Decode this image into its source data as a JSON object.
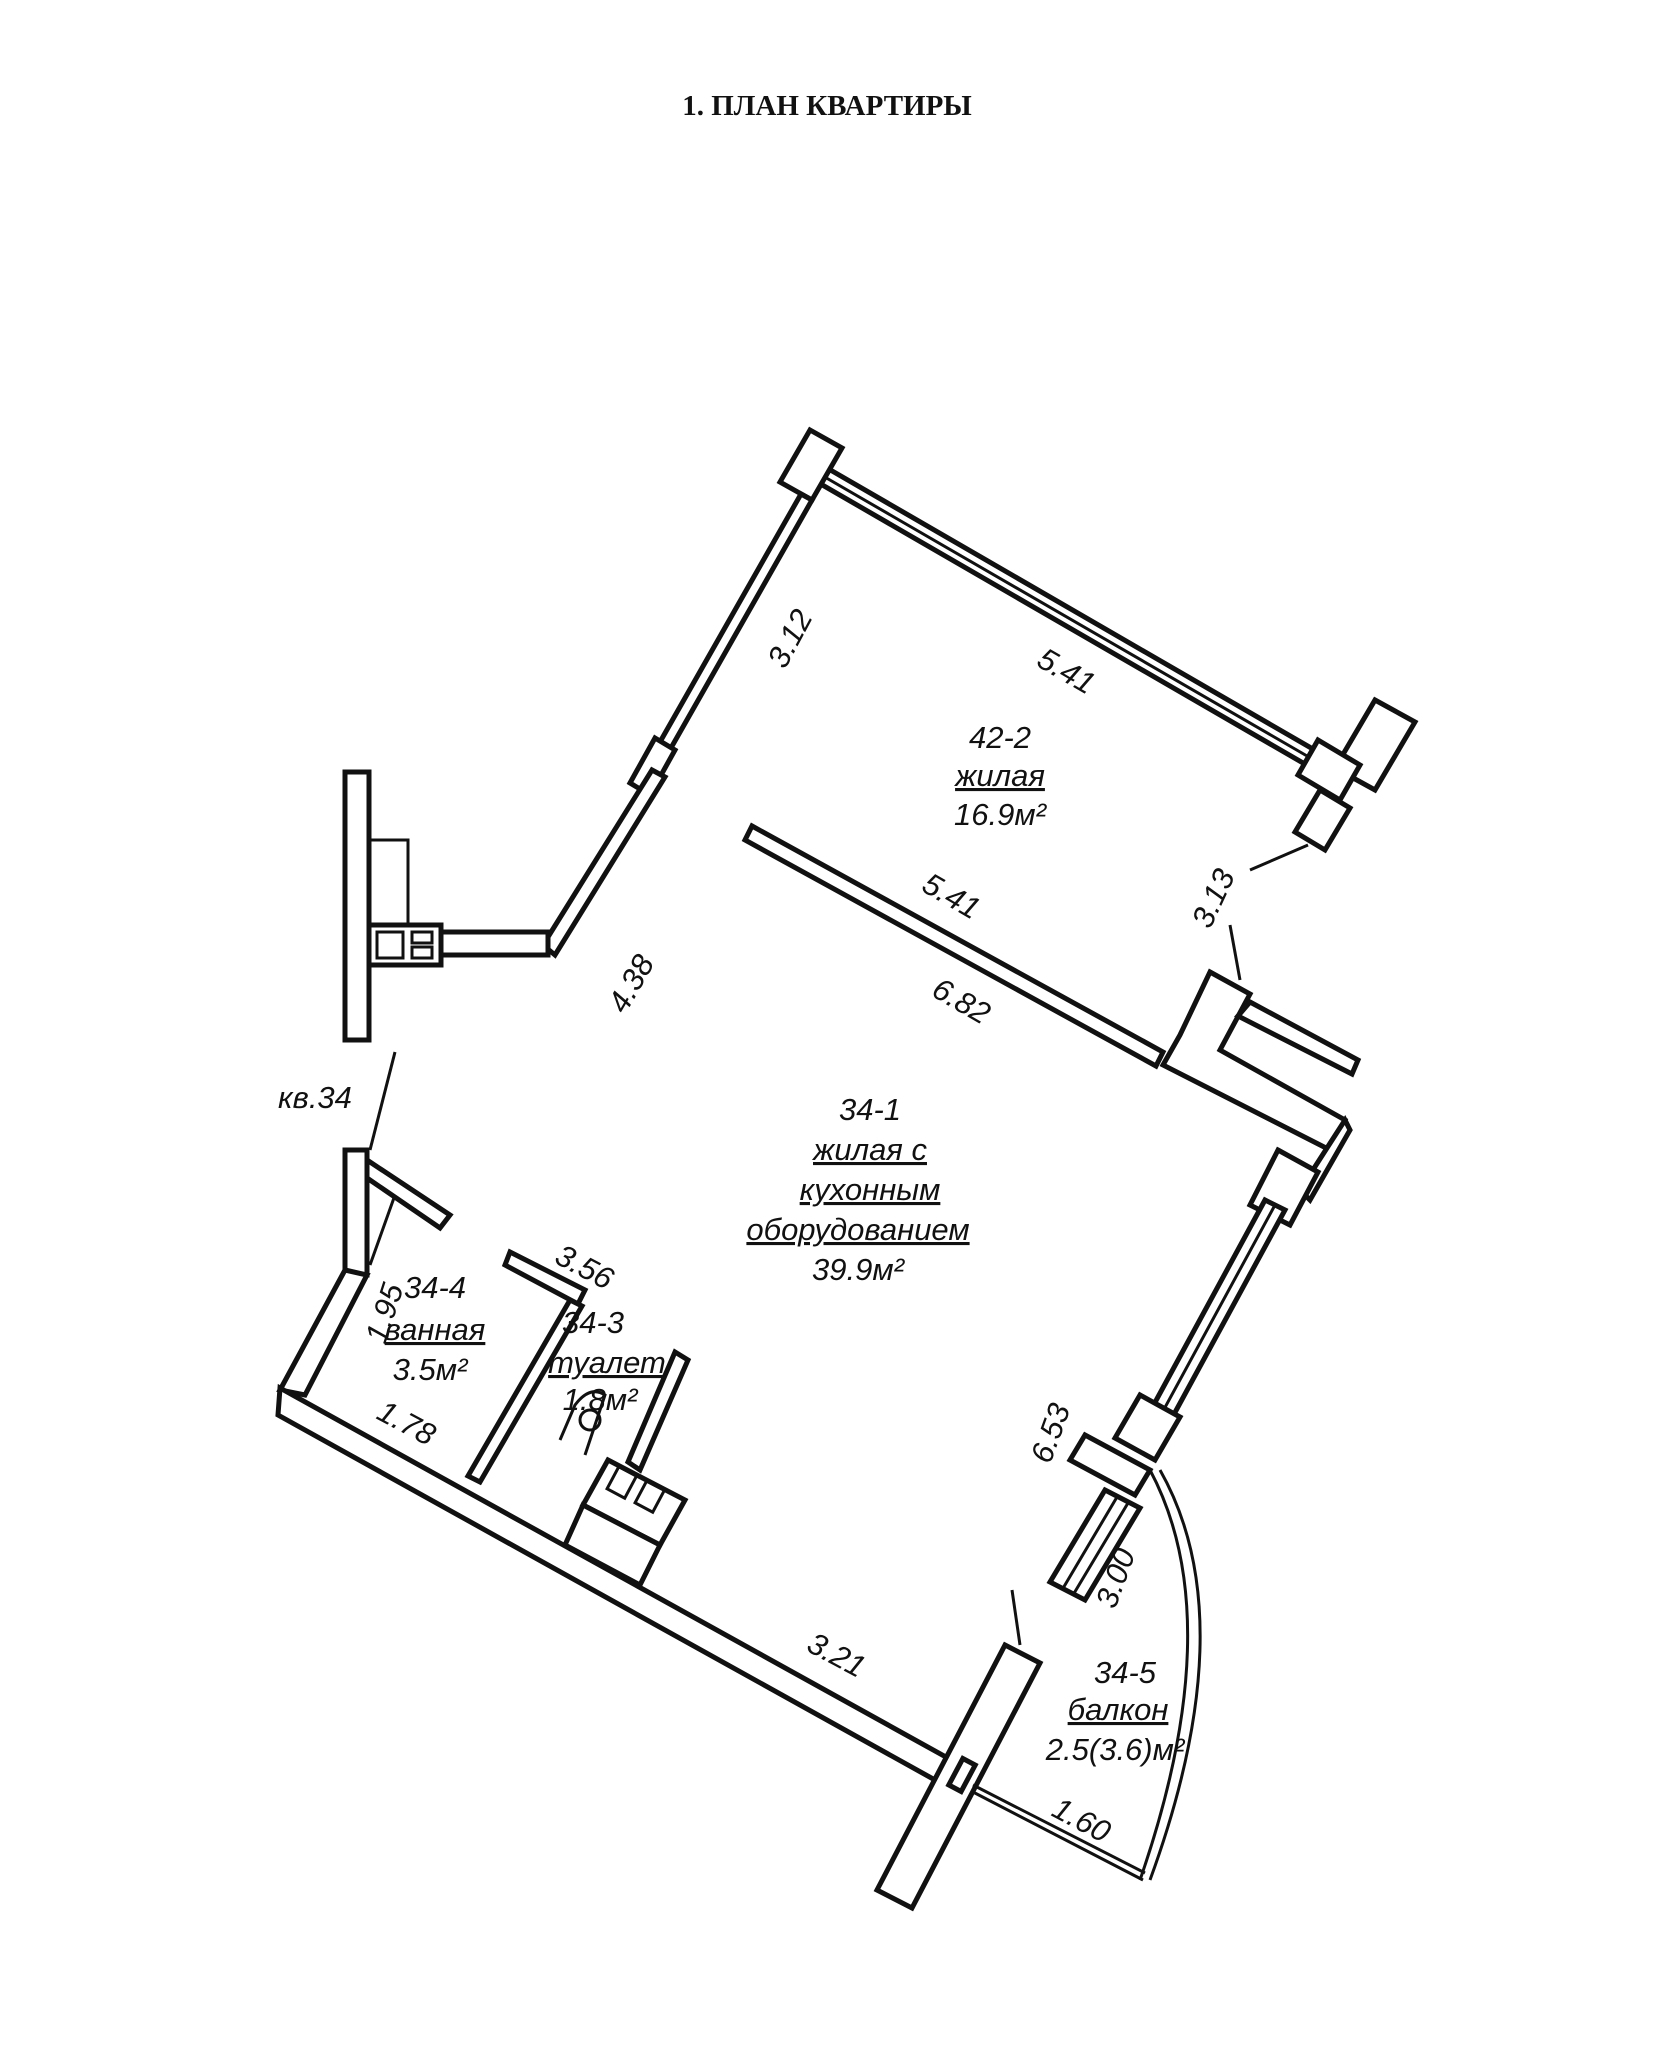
{
  "title": "1. ПЛАН КВАРТИРЫ",
  "apartment_label": "кв.34",
  "rooms": [
    {
      "id": "42-2",
      "name": "жилая",
      "area": "16.9м²"
    },
    {
      "id": "34-1",
      "name_lines": [
        "жилая с",
        "кухонным",
        "оборудованием"
      ],
      "area": "39.9м²"
    },
    {
      "id": "34-4",
      "name": "ванная",
      "area": "3.5м²"
    },
    {
      "id": "34-3",
      "name": "туалет",
      "area": "1.8м²"
    },
    {
      "id": "34-5",
      "name": "балкон",
      "area": "2.5(3.6)м²"
    }
  ],
  "dimensions": [
    "5.41",
    "3.12",
    "5.41",
    "6.82",
    "3.13",
    "4.38",
    "3.56",
    "1.95",
    "1.78",
    "6.53",
    "3.00",
    "3.21",
    "1.60"
  ]
}
